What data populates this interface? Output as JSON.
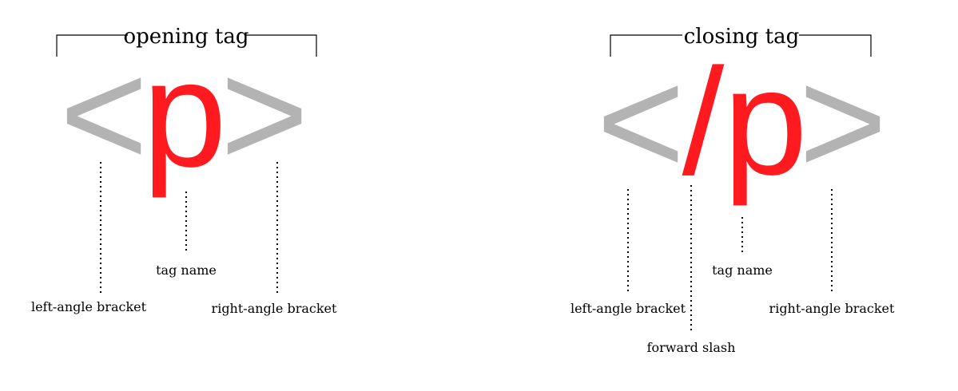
{
  "colors": {
    "bracket_gray": "#b3b3b3",
    "accent_red": "#ff1a1f",
    "ink": "#000000"
  },
  "opening": {
    "title": "opening tag",
    "left_bracket": "<",
    "tag_name": "p",
    "right_bracket": ">",
    "labels": {
      "left": "left-angle bracket",
      "name": "tag name",
      "right": "right-angle bracket"
    }
  },
  "closing": {
    "title": "closing tag",
    "left_bracket": "<",
    "slash": "/",
    "tag_name": "p",
    "right_bracket": ">",
    "labels": {
      "left": "left-angle bracket",
      "slash": "forward slash",
      "name": "tag name",
      "right": "right-angle bracket"
    }
  }
}
